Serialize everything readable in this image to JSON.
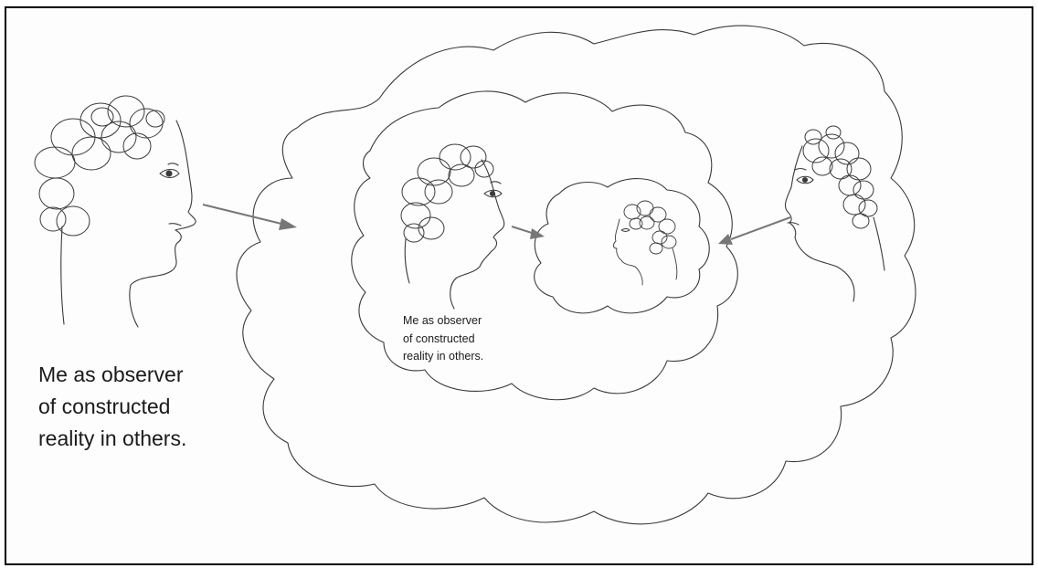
{
  "caption_large": {
    "line1": "Me as observer",
    "line2": "of constructed",
    "line3": "reality in others."
  },
  "caption_small": {
    "line1": "Me as observer",
    "line2": "of constructed",
    "line3": "reality in others."
  },
  "colors": {
    "ink": "#3a3a3a",
    "arrow": "#777777",
    "paper": "#fdfdfd",
    "border": "#000000"
  }
}
